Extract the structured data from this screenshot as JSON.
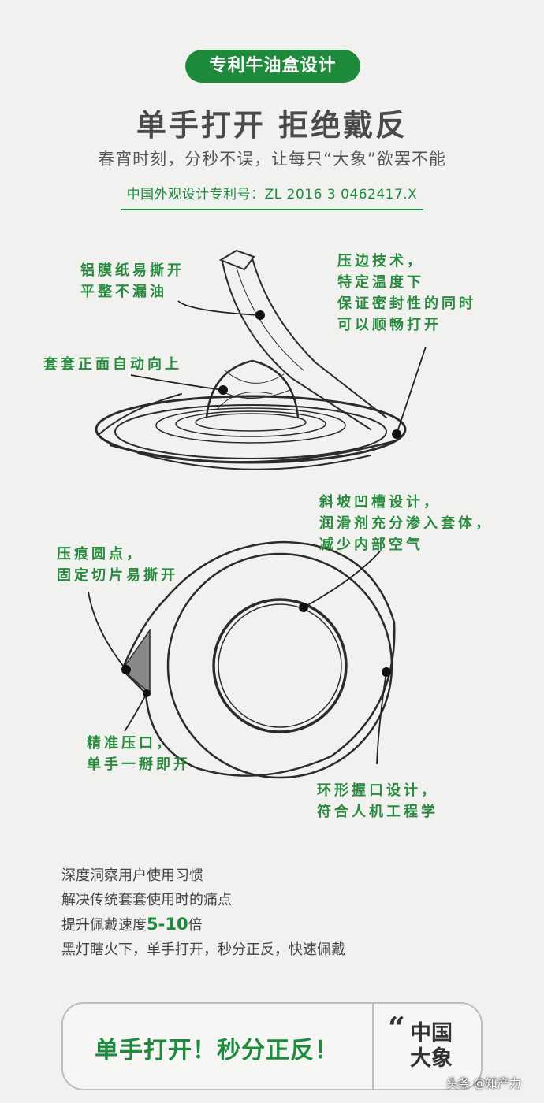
{
  "header": {
    "badge": "专利牛油盒设计",
    "headline": "单手打开 拒绝戴反",
    "subline": "春宵时刻，分秒不误，让每只“大象”欲罢不能",
    "patent": "中国外观设计专利号：ZL 2016 3 0462417.X"
  },
  "annotations": {
    "foil": [
      "铝膜纸易撕开",
      "平整不漏油"
    ],
    "edge": [
      "压边技术，",
      "特定温度下",
      "保证密封性的同时",
      "可以顺畅打开"
    ],
    "front": [
      "套套正面自动向上"
    ],
    "slope": [
      "斜坡凹槽设计，",
      "润滑剂充分渗入套体，",
      "减少内部空气"
    ],
    "dot": [
      "压痕圆点，",
      "固定切片易撕开"
    ],
    "notch": [
      "精准压口，",
      "单手一掰即开"
    ],
    "ring": [
      "环形握口设计，",
      "符合人机工程学"
    ]
  },
  "body": {
    "line1": "深度洞察用户使用习惯",
    "line2": "解决传统套套使用时的痛点",
    "line3_prefix": "提升佩戴速度",
    "line3_num": "5-10",
    "line3_suffix": "倍",
    "line4": "黑灯瞎火下，单手打开，秒分正反，快速佩戴"
  },
  "banner": {
    "slogan": "单手打开！秒分正反！",
    "logo_line1": "中国",
    "logo_line2": "大象"
  },
  "watermark": "头条 @知产力",
  "colors": {
    "accent": "#1e8a3c",
    "background": "#f1f1ef"
  }
}
